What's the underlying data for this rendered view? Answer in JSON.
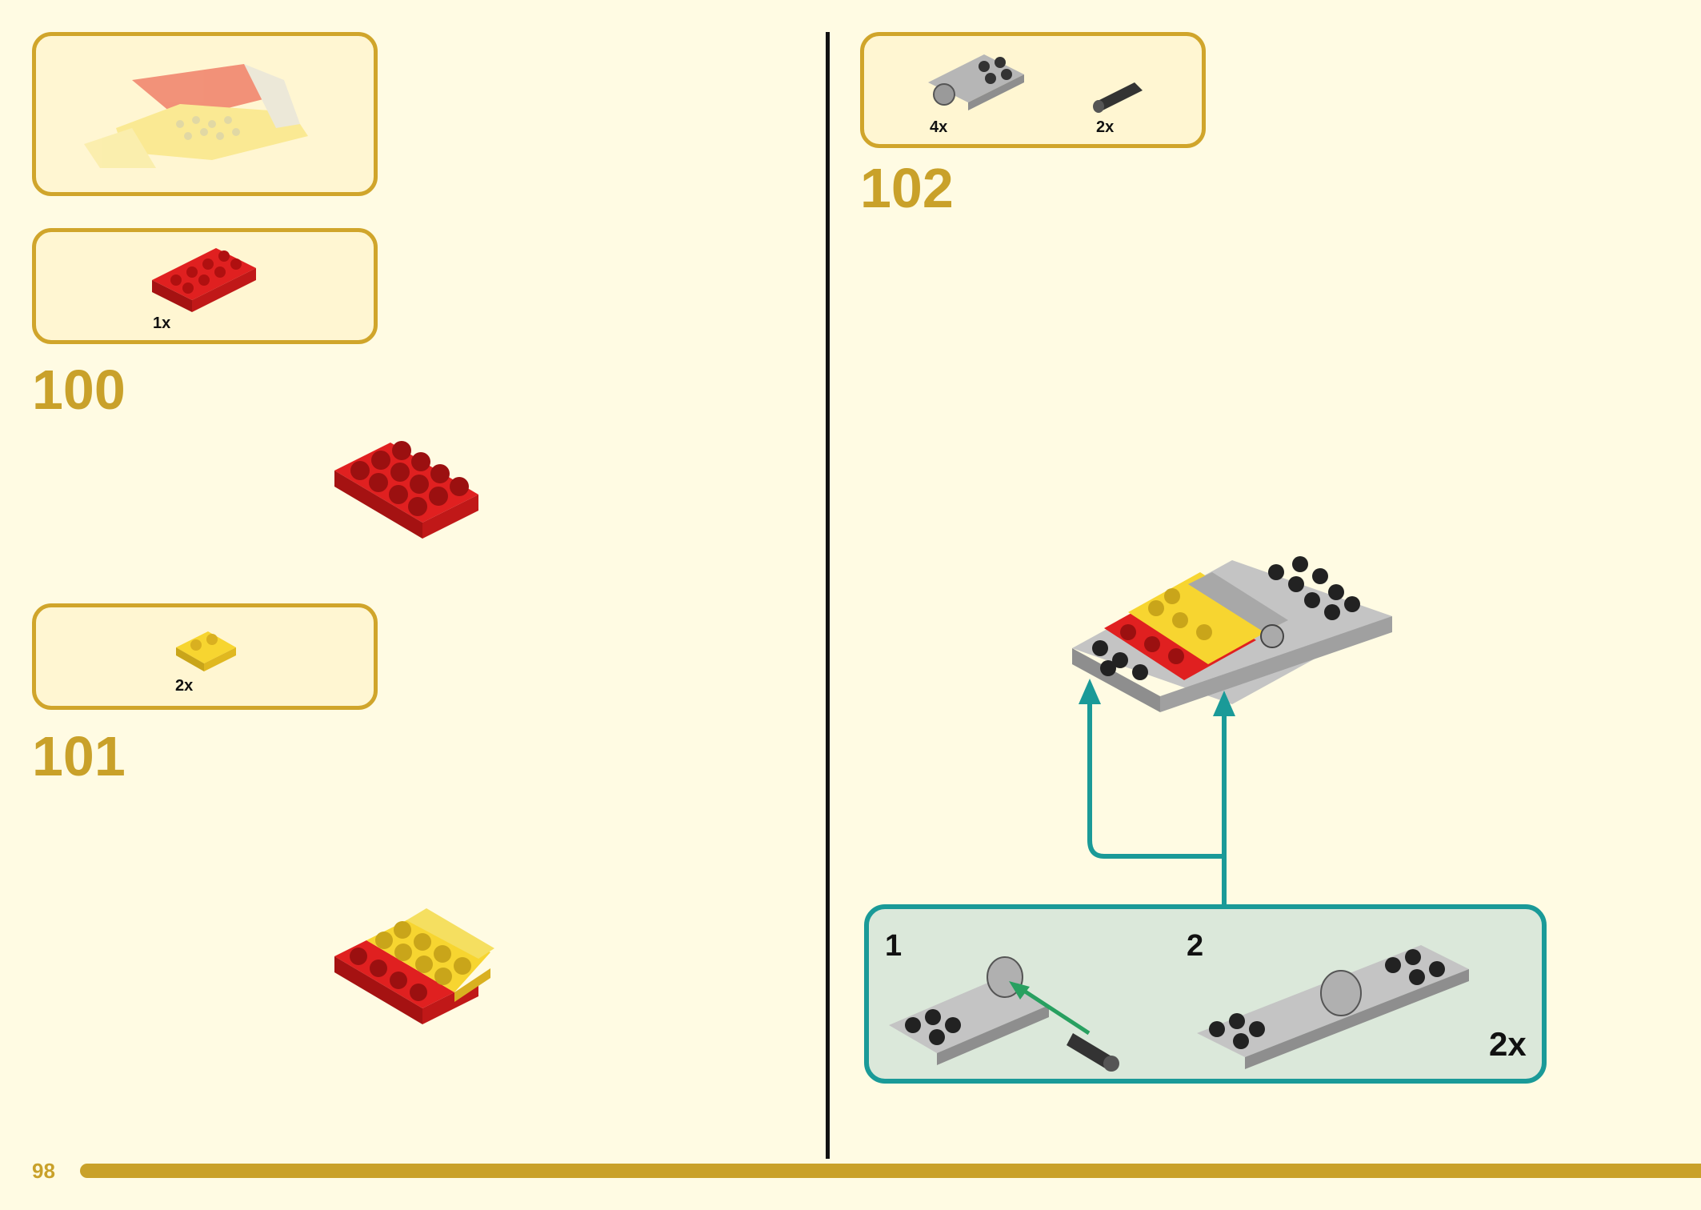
{
  "page": {
    "number": "98"
  },
  "steps": [
    {
      "number": "100",
      "parts": [
        {
          "qty": "1x",
          "part": "red-plate-2x4"
        }
      ]
    },
    {
      "number": "101",
      "parts": [
        {
          "qty": "2x",
          "part": "yellow-plate-1x2-rail"
        }
      ]
    },
    {
      "number": "102",
      "parts": [
        {
          "qty": "4x",
          "part": "gray-hinge-plate"
        },
        {
          "qty": "2x",
          "part": "black-pin"
        }
      ]
    }
  ],
  "subassembly": {
    "step1": "1",
    "step2": "2",
    "multiplier": "2x"
  },
  "colors": {
    "background": "#fffbe3",
    "accent": "#c9a12a",
    "teal": "#1a9a98",
    "green_arrow": "#28a060",
    "red": "#d81e1e",
    "yellow": "#f7d530",
    "gray": "#b6b6b6"
  }
}
